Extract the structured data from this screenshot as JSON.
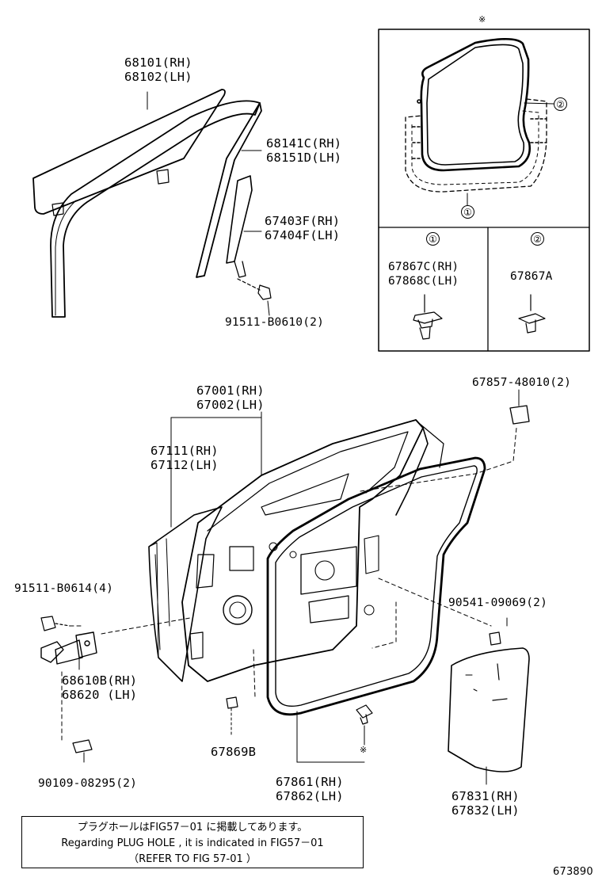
{
  "callouts": {
    "glass_rh": "68101(RH)",
    "glass_lh": "68102(LH)",
    "run_rh": "68141C(RH)",
    "run_lh": "68151D(LH)",
    "channel_rh": "67403F(RH)",
    "channel_lh": "67404F(LH)",
    "bolt_a": "91511-B0610(2)",
    "door_rh": "67001(RH)",
    "door_lh": "67002(LH)",
    "outer_rh": "67111(RH)",
    "outer_lh": "67112(LH)",
    "plug_a": "67857-48010(2)",
    "bolt_b": "91511-B0614(4)",
    "clip_a": "90541-09069(2)",
    "hinge_rh": "68610B(RH)",
    "hinge_lh": "68620  (LH)",
    "clip_b": "67869B",
    "ws_rh": "67861(RH)",
    "ws_lh": "67862(LH)",
    "cover_rh": "67831(RH)",
    "cover_lh": "67832(LH)",
    "pin": "90109-08295(2)"
  },
  "inset": {
    "asterisk": "※",
    "marker_1": "①",
    "marker_2": "②",
    "cell_1_label": "①",
    "cell_2_label": "②",
    "cell_1_rh": "67867C(RH)",
    "cell_1_lh": "67868C(LH)",
    "cell_2_part": "67867A"
  },
  "asterisk_bottom": "※",
  "note": {
    "line1": "プラグホールはFIG57－01 に掲載してあります。",
    "line2": "Regarding  PLUG HOLE , it is indicated  in  FIG57－01",
    "line3": "（REFER TO FIG 57-01  ）"
  },
  "figure_code": "673890"
}
